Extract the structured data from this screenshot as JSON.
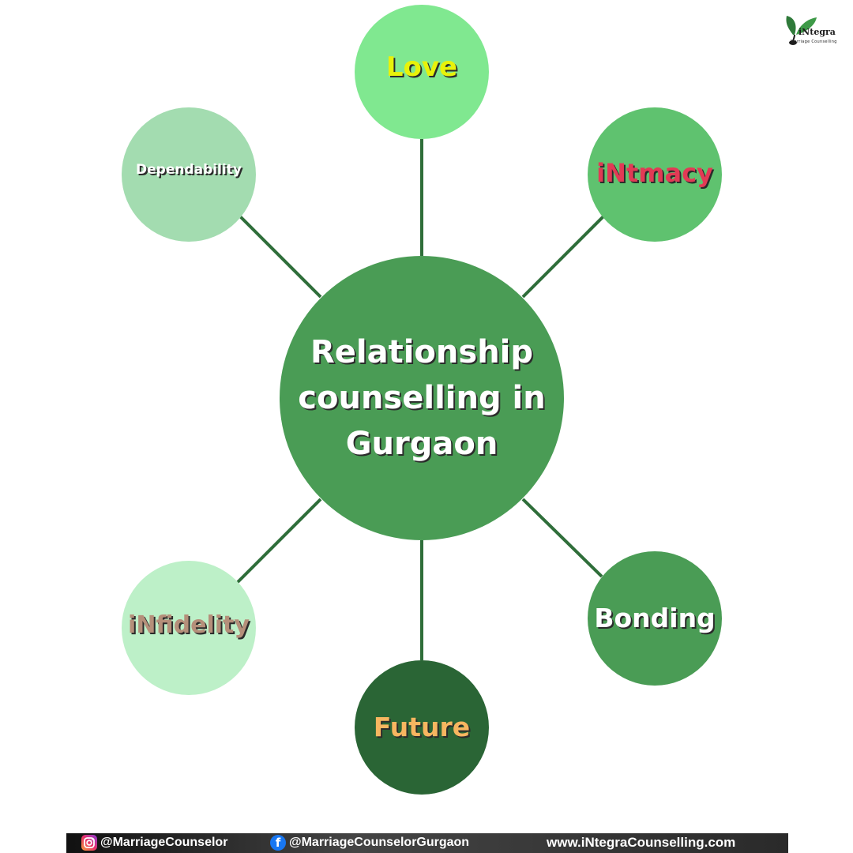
{
  "diagram": {
    "center": "Relationship counselling in Gurgaon",
    "nodes": {
      "love": "Love",
      "intimacy": "iNtmacy",
      "dependability": "Dependability",
      "infidelity": "iNfidelity",
      "bonding": "Bonding",
      "future": "Future"
    }
  },
  "brand": {
    "name": "iNtegra",
    "tagline": "Marriage Counselling"
  },
  "footer": {
    "instagram": "@MarriageCounselor",
    "facebook": "@MarriageCounselorGurgaon",
    "website": "www.iNtegraCounselling.com"
  },
  "colors": {
    "center": "#4a9c55",
    "love": "#80e890",
    "intimacy": "#5fc26f",
    "dependability": "#a3dcb0",
    "infidelity": "#bdf0c8",
    "bonding": "#4a9c55",
    "future": "#2a6535",
    "connector": "#2f6e3a"
  }
}
